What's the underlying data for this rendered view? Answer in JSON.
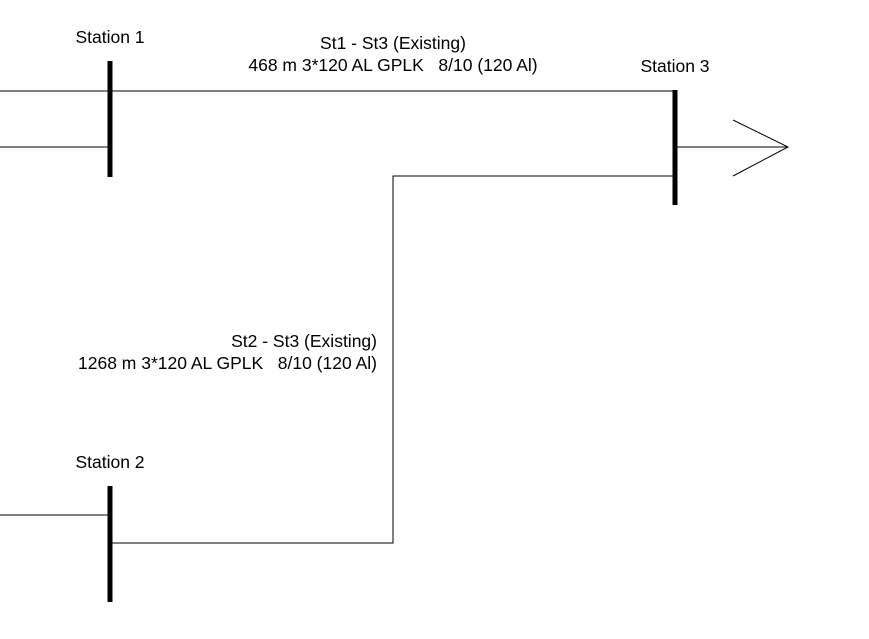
{
  "stations": {
    "station1": {
      "label": "Station 1"
    },
    "station2": {
      "label": "Station 2"
    },
    "station3": {
      "label": "Station 3"
    }
  },
  "lines": {
    "st1_st3": {
      "title": "St1 - St3 (Existing)",
      "detail": "468 m 3*120 AL GPLK   8/10 (120 Al)"
    },
    "st2_st3": {
      "title": "St2 - St3 (Existing)",
      "detail": "1268 m 3*120 AL GPLK   8/10 (120 Al)"
    }
  },
  "colors": {
    "line": "#000000",
    "background": "#ffffff"
  }
}
